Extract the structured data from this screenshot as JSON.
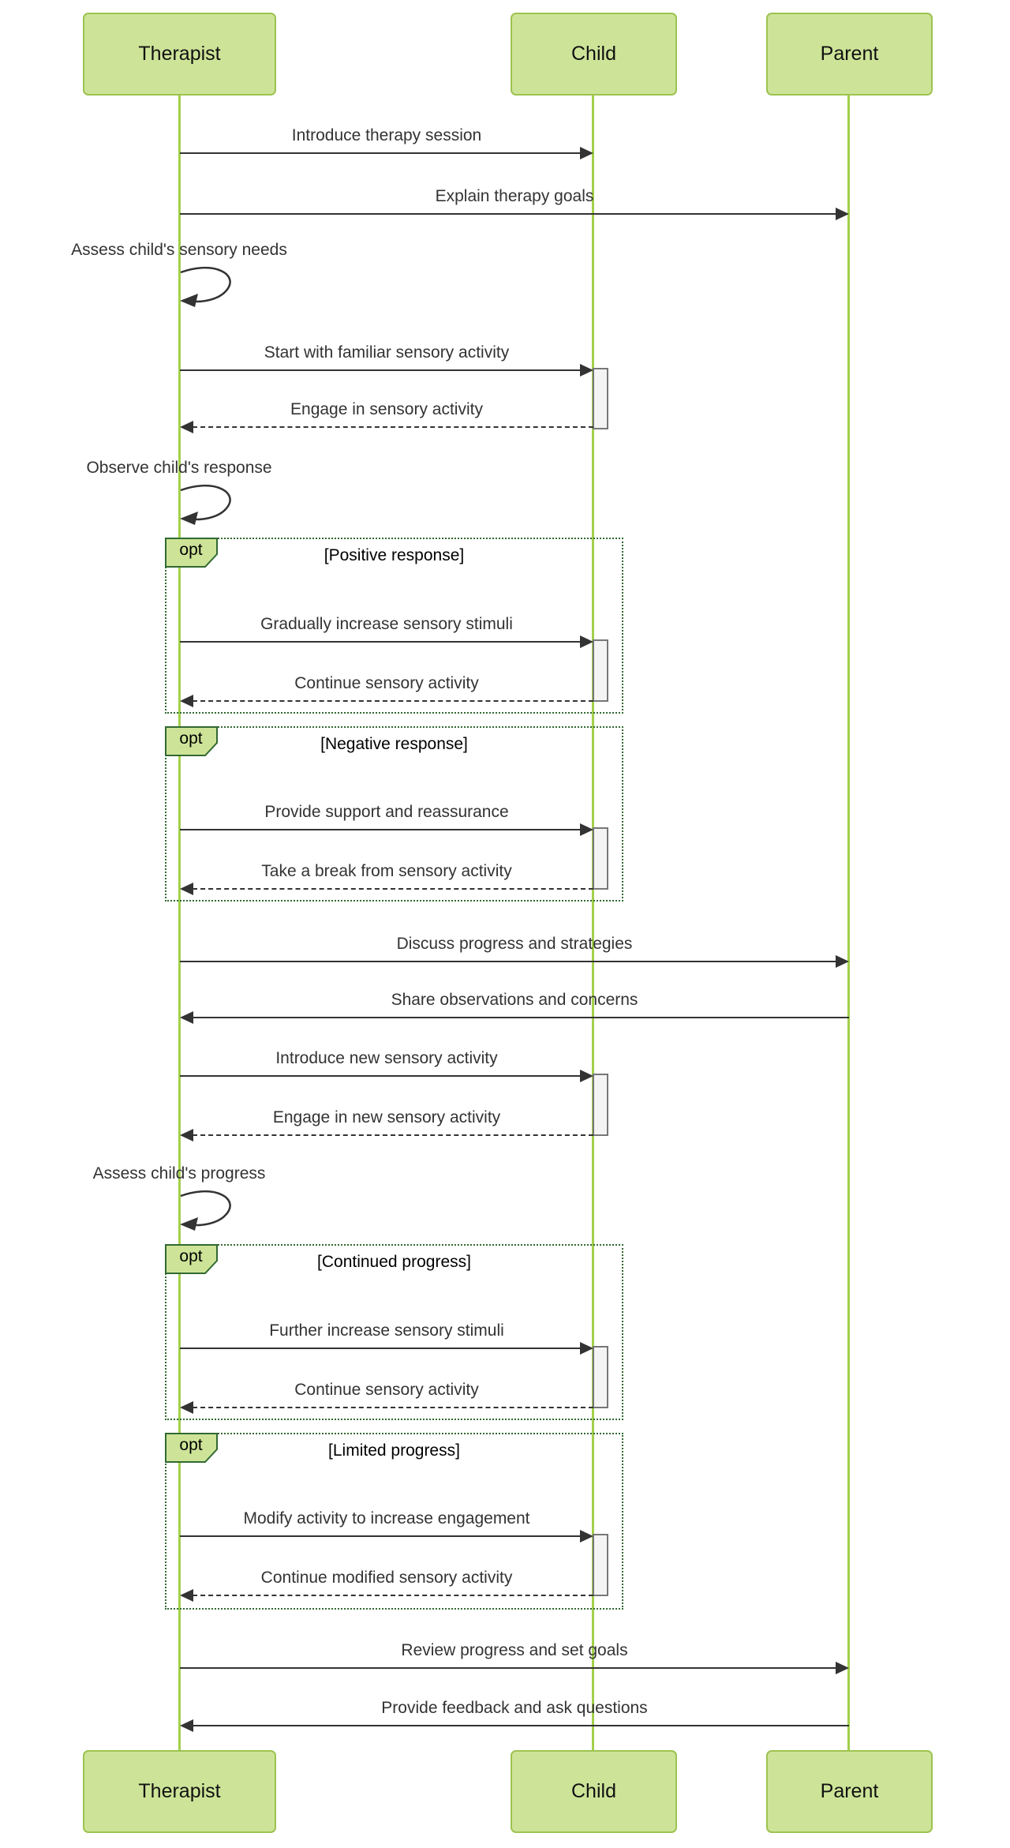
{
  "diagram": {
    "type": "sequence",
    "participants": [
      {
        "name": "Therapist"
      },
      {
        "name": "Child"
      },
      {
        "name": "Parent"
      }
    ],
    "messages": [
      {
        "from": "Therapist",
        "to": "Child",
        "text": "Introduce therapy session",
        "line": "solid"
      },
      {
        "from": "Therapist",
        "to": "Parent",
        "text": "Explain therapy goals",
        "line": "solid"
      },
      {
        "from": "Therapist",
        "to": "Therapist",
        "text": "Assess child's sensory needs",
        "line": "self"
      },
      {
        "from": "Therapist",
        "to": "Child",
        "text": "Start with familiar sensory activity",
        "line": "solid"
      },
      {
        "from": "Child",
        "to": "Therapist",
        "text": "Engage in sensory activity",
        "line": "dashed"
      },
      {
        "from": "Therapist",
        "to": "Therapist",
        "text": "Observe child's response",
        "line": "self"
      },
      {
        "from": "Therapist",
        "to": "Child",
        "text": "Gradually increase sensory stimuli",
        "line": "solid"
      },
      {
        "from": "Child",
        "to": "Therapist",
        "text": "Continue sensory activity",
        "line": "dashed"
      },
      {
        "from": "Therapist",
        "to": "Child",
        "text": "Provide support and reassurance",
        "line": "solid"
      },
      {
        "from": "Child",
        "to": "Therapist",
        "text": "Take a break from sensory activity",
        "line": "dashed"
      },
      {
        "from": "Therapist",
        "to": "Parent",
        "text": "Discuss progress and strategies",
        "line": "solid"
      },
      {
        "from": "Parent",
        "to": "Therapist",
        "text": "Share observations and concerns",
        "line": "solid"
      },
      {
        "from": "Therapist",
        "to": "Child",
        "text": "Introduce new sensory activity",
        "line": "solid"
      },
      {
        "from": "Child",
        "to": "Therapist",
        "text": "Engage in new sensory activity",
        "line": "dashed"
      },
      {
        "from": "Therapist",
        "to": "Therapist",
        "text": "Assess child's progress",
        "line": "self"
      },
      {
        "from": "Therapist",
        "to": "Child",
        "text": "Further increase sensory stimuli",
        "line": "solid"
      },
      {
        "from": "Child",
        "to": "Therapist",
        "text": "Continue sensory activity",
        "line": "dashed"
      },
      {
        "from": "Therapist",
        "to": "Child",
        "text": "Modify activity to increase engagement",
        "line": "solid"
      },
      {
        "from": "Child",
        "to": "Therapist",
        "text": "Continue modified sensory activity",
        "line": "dashed"
      },
      {
        "from": "Therapist",
        "to": "Parent",
        "text": "Review progress and set goals",
        "line": "solid"
      },
      {
        "from": "Parent",
        "to": "Therapist",
        "text": "Provide feedback and ask questions",
        "line": "solid"
      }
    ],
    "fragments": [
      {
        "operator": "opt",
        "condition": "[Positive response]"
      },
      {
        "operator": "opt",
        "condition": "[Negative response]"
      },
      {
        "operator": "opt",
        "condition": "[Continued progress]"
      },
      {
        "operator": "opt",
        "condition": "[Limited progress]"
      }
    ]
  },
  "colors": {
    "background": "#ffffff",
    "actor_fill": "#cde498",
    "actor_border": "#9dc351",
    "lifeline": "#a3d04b",
    "fragment_border": "#326932",
    "arrow": "#333333",
    "activation_fill": "#f4f4f4",
    "activation_border": "#777777"
  }
}
